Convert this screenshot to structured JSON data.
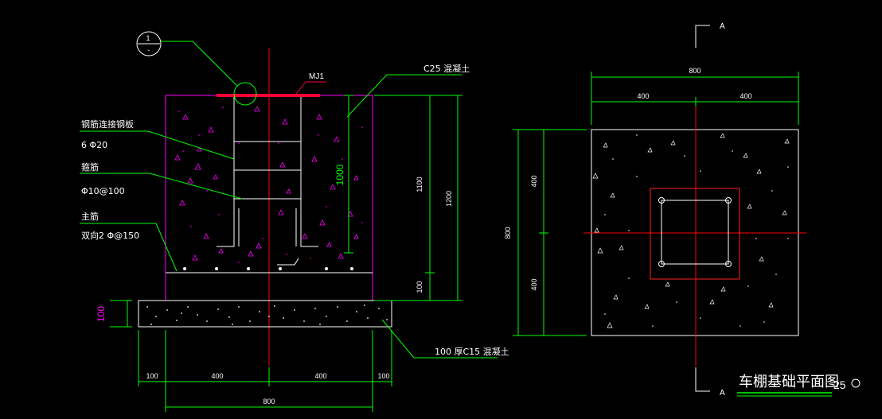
{
  "drawing": {
    "title": "车棚基础平面图",
    "scale": "25",
    "colors": {
      "background": "#000000",
      "dim": "#00ff00",
      "outline": "#ff00ff",
      "axis": "#ff0000",
      "steel": "#ffffff",
      "plate": "#ff0033",
      "leader": "#00cc00",
      "column": "#ff2020"
    }
  },
  "section": {
    "detail_bubble": {
      "top": "1",
      "bottom": "-"
    },
    "labels": {
      "mj": "MJ1",
      "c25": "C25  混凝土",
      "plate_label": "钢筋连接钢板",
      "plate_spec": "6 Φ20",
      "stirrup_label": "箍筋",
      "stirrup_spec": "Φ10@100",
      "main_label": "主筋",
      "main_spec": "双向2 Φ@150",
      "c15": "100  厚C15  混凝土"
    },
    "dims": {
      "h1000": "1000",
      "h1100": "1100",
      "h1200": "1200",
      "h100a": "100",
      "h100b": "100",
      "w100l": "100",
      "w400l": "400",
      "w400r": "400",
      "w100r": "100",
      "w800": "800"
    }
  },
  "plan": {
    "section_mark_top": "A",
    "section_mark_bottom": "A",
    "dims": {
      "w800": "800",
      "w400l": "400",
      "w400r": "400",
      "h800": "800",
      "h400t": "400",
      "h400b": "400"
    }
  }
}
